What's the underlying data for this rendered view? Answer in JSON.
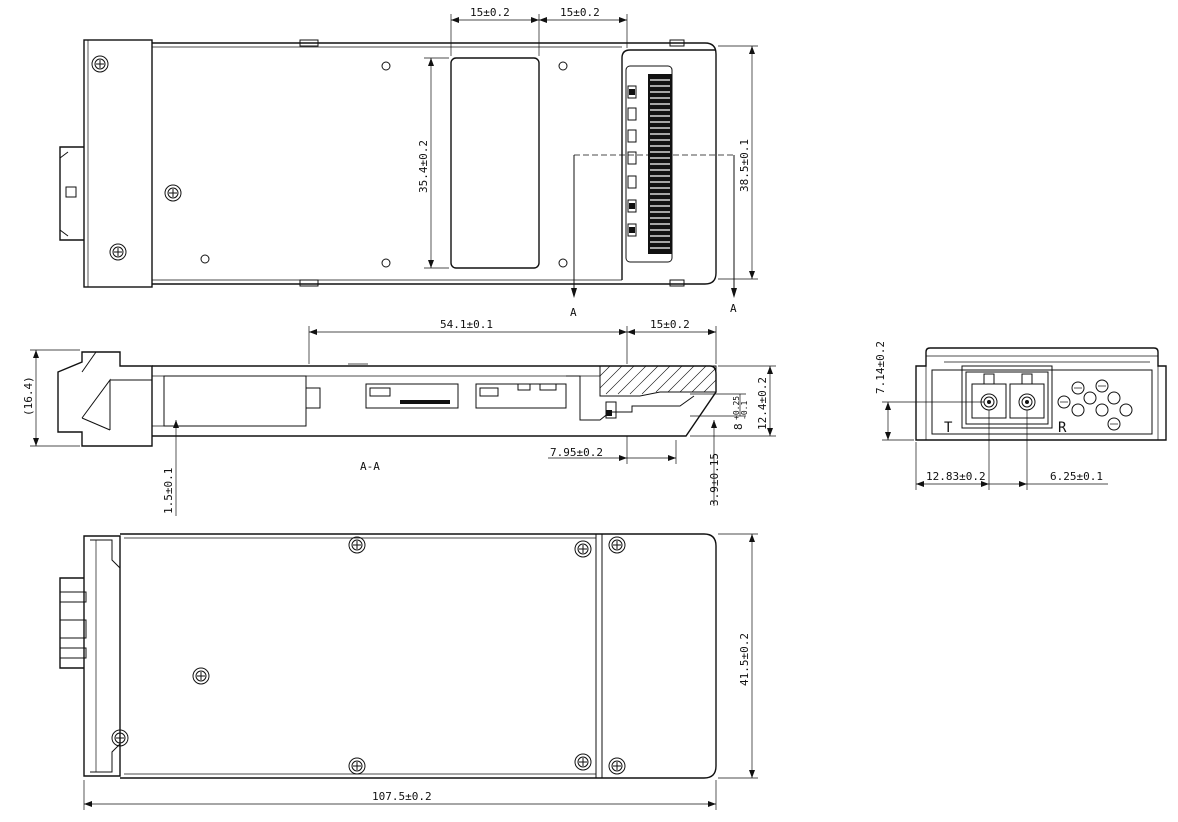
{
  "top_view": {
    "dim_window_width_1": "15±0.2",
    "dim_window_width_2": "15±0.2",
    "dim_window_height": "35.4±0.2",
    "dim_total_height": "38.5±0.1",
    "section_marker_left": "A",
    "section_marker_right": "A"
  },
  "section_view": {
    "dim_length_a": "54.1±0.1",
    "dim_length_b": "15±0.2",
    "dim_left_height": "(16.4)",
    "dim_right_height": "12.4±0.2",
    "dim_small_height": "8",
    "dim_small_height_tol_upper": "+0.25",
    "dim_small_height_tol_lower": "-0.1",
    "dim_offset": "7.95±0.2",
    "dim_bottom_thickness": "1.5±0.1",
    "dim_vertical_offset": "3.9±0.15",
    "section_label": "A-A"
  },
  "front_view": {
    "dim_top_offset": "7.14±0.2",
    "dim_left_offset": "12.83±0.2",
    "dim_port_pitch": "6.25±0.1",
    "label_transmit": "T",
    "label_receive": "R"
  },
  "bottom_view": {
    "dim_width": "41.5±0.2",
    "dim_total_length": "107.5±0.2"
  }
}
